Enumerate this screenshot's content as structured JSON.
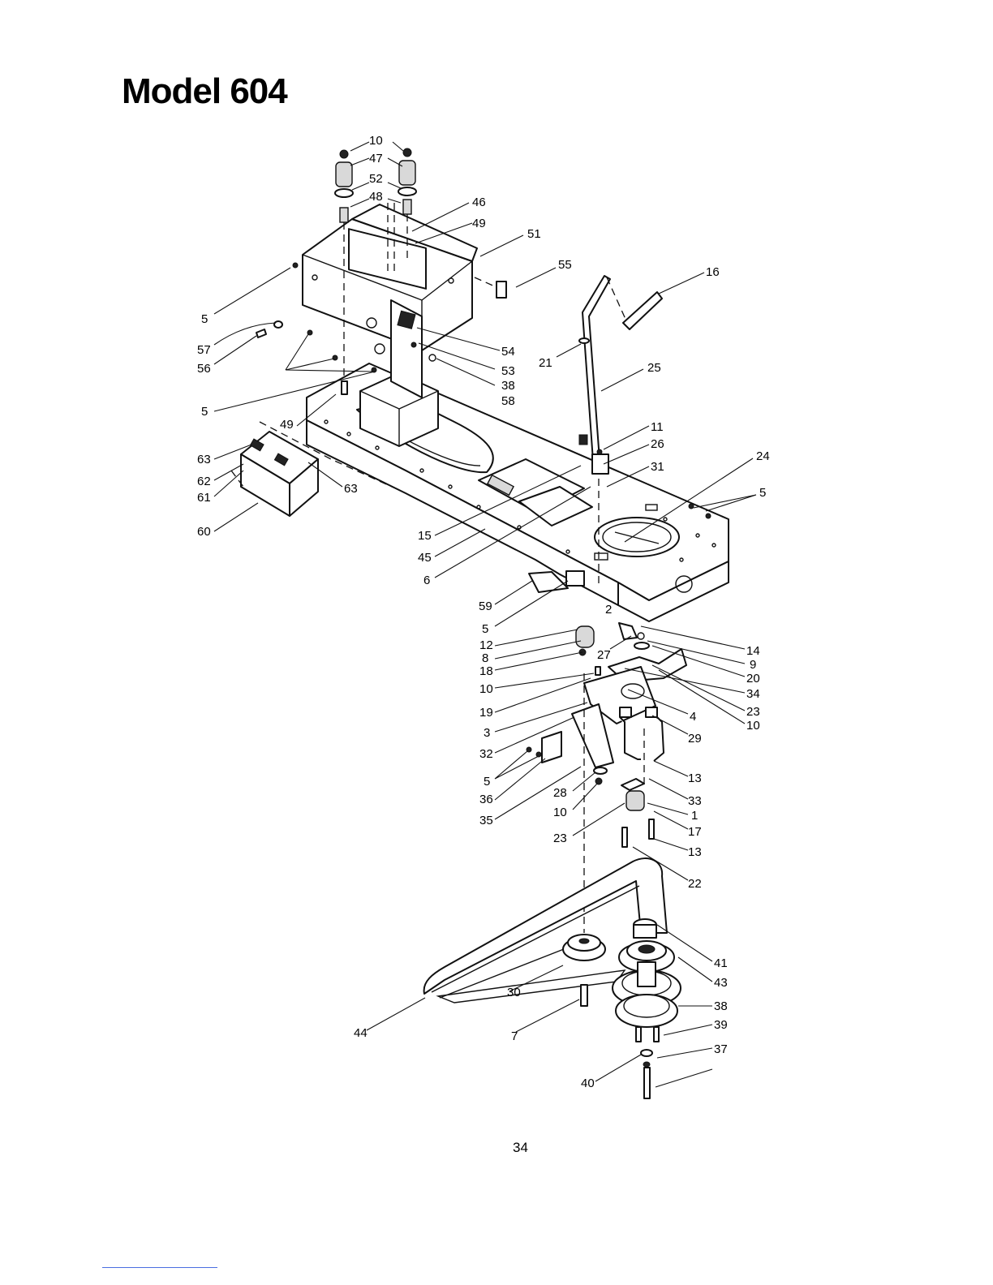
{
  "title": "Model 604",
  "page_number": "34",
  "callouts": [
    {
      "id": "c10a",
      "text": "10"
    },
    {
      "id": "c47",
      "text": "47"
    },
    {
      "id": "c52",
      "text": "52"
    },
    {
      "id": "c48",
      "text": "48"
    },
    {
      "id": "c46",
      "text": "46"
    },
    {
      "id": "c49a",
      "text": "49"
    },
    {
      "id": "c51",
      "text": "51"
    },
    {
      "id": "c55",
      "text": "55"
    },
    {
      "id": "c16",
      "text": "16"
    },
    {
      "id": "c5a",
      "text": "5"
    },
    {
      "id": "c57",
      "text": "57"
    },
    {
      "id": "c56",
      "text": "56"
    },
    {
      "id": "c54",
      "text": "54"
    },
    {
      "id": "c21",
      "text": "21"
    },
    {
      "id": "c53",
      "text": "53"
    },
    {
      "id": "c38a",
      "text": "38"
    },
    {
      "id": "c58",
      "text": "58"
    },
    {
      "id": "c25",
      "text": "25"
    },
    {
      "id": "c5b",
      "text": "5"
    },
    {
      "id": "c49b",
      "text": "49"
    },
    {
      "id": "c11",
      "text": "11"
    },
    {
      "id": "c26",
      "text": "26"
    },
    {
      "id": "c24",
      "text": "24"
    },
    {
      "id": "c31",
      "text": "31"
    },
    {
      "id": "c63a",
      "text": "63"
    },
    {
      "id": "c62",
      "text": "62"
    },
    {
      "id": "c61",
      "text": "61"
    },
    {
      "id": "c63b",
      "text": "63"
    },
    {
      "id": "c5c",
      "text": "5"
    },
    {
      "id": "c60",
      "text": "60"
    },
    {
      "id": "c15",
      "text": "15"
    },
    {
      "id": "c45",
      "text": "45"
    },
    {
      "id": "c6",
      "text": "6"
    },
    {
      "id": "c59",
      "text": "59"
    },
    {
      "id": "c2",
      "text": "2"
    },
    {
      "id": "c5d",
      "text": "5"
    },
    {
      "id": "c12",
      "text": "12"
    },
    {
      "id": "c8",
      "text": "8"
    },
    {
      "id": "c18",
      "text": "18"
    },
    {
      "id": "c27",
      "text": "27"
    },
    {
      "id": "c14",
      "text": "14"
    },
    {
      "id": "c9",
      "text": "9"
    },
    {
      "id": "c20",
      "text": "20"
    },
    {
      "id": "c10b",
      "text": "10"
    },
    {
      "id": "c34",
      "text": "34"
    },
    {
      "id": "c19",
      "text": "19"
    },
    {
      "id": "c23a",
      "text": "23"
    },
    {
      "id": "c10c",
      "text": "10"
    },
    {
      "id": "c4",
      "text": "4"
    },
    {
      "id": "c3",
      "text": "3"
    },
    {
      "id": "c29",
      "text": "29"
    },
    {
      "id": "c32",
      "text": "32"
    },
    {
      "id": "c5e",
      "text": "5"
    },
    {
      "id": "c13a",
      "text": "13"
    },
    {
      "id": "c36",
      "text": "36"
    },
    {
      "id": "c28",
      "text": "28"
    },
    {
      "id": "c33",
      "text": "33"
    },
    {
      "id": "c10d",
      "text": "10"
    },
    {
      "id": "c1",
      "text": "1"
    },
    {
      "id": "c35",
      "text": "35"
    },
    {
      "id": "c17",
      "text": "17"
    },
    {
      "id": "c23b",
      "text": "23"
    },
    {
      "id": "c13b",
      "text": "13"
    },
    {
      "id": "c22",
      "text": "22"
    },
    {
      "id": "c41",
      "text": "41"
    },
    {
      "id": "c43",
      "text": "43"
    },
    {
      "id": "c30",
      "text": "30"
    },
    {
      "id": "c38b",
      "text": "38"
    },
    {
      "id": "c39",
      "text": "39"
    },
    {
      "id": "c44",
      "text": "44"
    },
    {
      "id": "c7",
      "text": "7"
    },
    {
      "id": "c37",
      "text": "37"
    },
    {
      "id": "c40",
      "text": "40"
    }
  ]
}
